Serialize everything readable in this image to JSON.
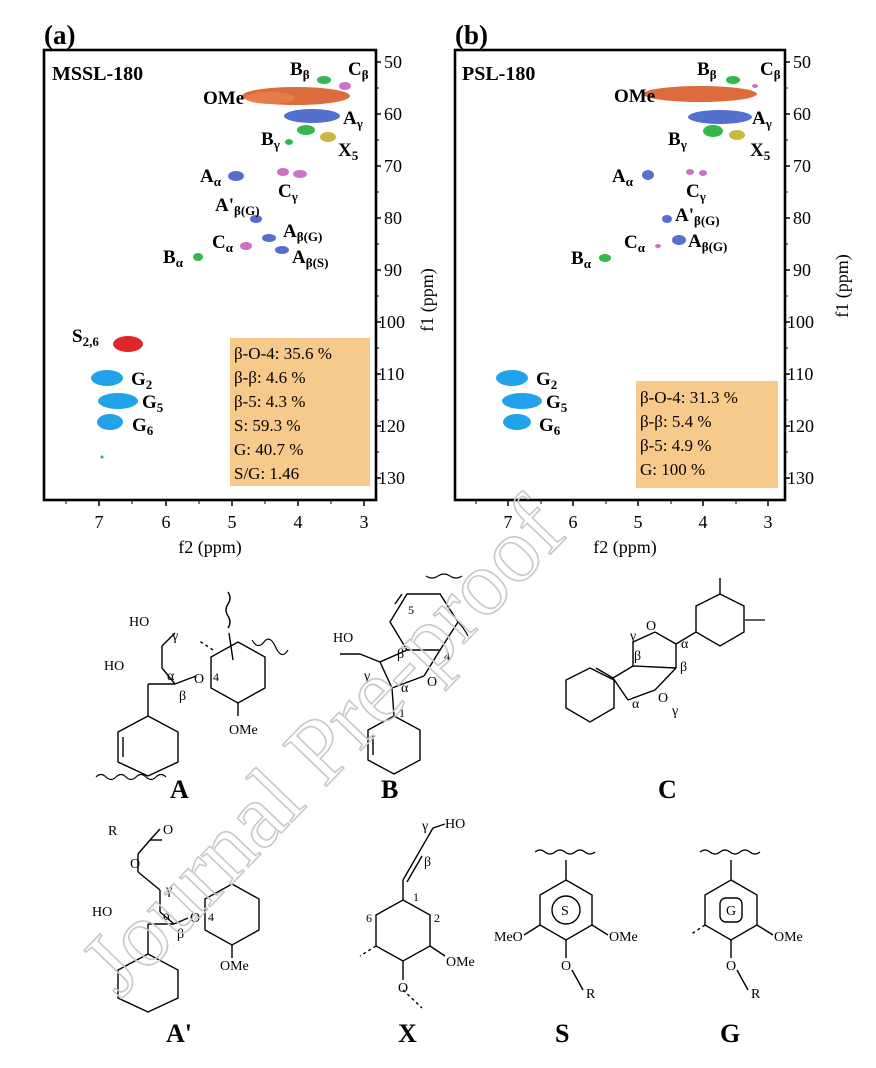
{
  "panels": [
    {
      "letter": "(a)",
      "sample": "MSSL-180",
      "xlabel": "f2 (ppm)",
      "ylabel": "f1 (ppm)",
      "xticks": [
        "7",
        "6",
        "5",
        "4",
        "3"
      ],
      "yticks": [
        "50",
        "60",
        "70",
        "80",
        "90",
        "100",
        "110",
        "120",
        "130"
      ],
      "peak_labels": {
        "Bb": [
          "B",
          "β"
        ],
        "Cb": [
          "C",
          "β"
        ],
        "OMe": [
          "OMe",
          ""
        ],
        "Ag": [
          "A",
          "γ"
        ],
        "Bg": [
          "B",
          "γ"
        ],
        "X5": [
          "X",
          "5"
        ],
        "Aa": [
          "A",
          "α"
        ],
        "Cg": [
          "C",
          "γ"
        ],
        "ApbG": [
          "A'",
          "β(G)"
        ],
        "AbG": [
          "A",
          "β(G)"
        ],
        "Ca": [
          "C",
          "α"
        ],
        "Ba": [
          "B",
          "α"
        ],
        "AbS": [
          "A",
          "β(S)"
        ],
        "S26": [
          "S",
          "2,6"
        ],
        "G2": [
          "G",
          "2"
        ],
        "G5": [
          "G",
          "5"
        ],
        "G6": [
          "G",
          "6"
        ]
      },
      "stats": [
        "β-O-4: 35.6 %",
        "β-β: 4.6 %",
        "β-5: 4.3 %",
        "S: 59.3 %",
        "G: 40.7 %",
        "S/G: 1.46"
      ]
    },
    {
      "letter": "(b)",
      "sample": "PSL-180",
      "xlabel": "f2 (ppm)",
      "ylabel": "f1 (ppm)",
      "xticks": [
        "7",
        "6",
        "5",
        "4",
        "3"
      ],
      "yticks": [
        "50",
        "60",
        "70",
        "80",
        "90",
        "100",
        "110",
        "120",
        "130"
      ],
      "peak_labels": {
        "Bb": [
          "B",
          "β"
        ],
        "Cb": [
          "C",
          "β"
        ],
        "OMe": [
          "OMe",
          ""
        ],
        "Ag": [
          "A",
          "γ"
        ],
        "Bg": [
          "B",
          "γ"
        ],
        "X5": [
          "X",
          "5"
        ],
        "Aa": [
          "A",
          "α"
        ],
        "Cg": [
          "C",
          "γ"
        ],
        "ApbG": [
          "A'",
          "β(G)"
        ],
        "Ca": [
          "C",
          "α"
        ],
        "AbG": [
          "A",
          "β(G)"
        ],
        "Ba": [
          "B",
          "α"
        ],
        "G2": [
          "G",
          "2"
        ],
        "G5": [
          "G",
          "5"
        ],
        "G6": [
          "G",
          "6"
        ]
      },
      "stats": [
        "β-O-4: 31.3 %",
        "β-β: 5.4 %",
        "β-5: 4.9 %",
        "G: 100 %"
      ]
    }
  ],
  "structures": {
    "names": [
      "A",
      "B",
      "C",
      "A'",
      "X",
      "S",
      "G"
    ],
    "atom_labels": {
      "HO": "HO",
      "OMe": "OMe",
      "MeO": "MeO",
      "O": "O",
      "R": "R",
      "alpha": "α",
      "beta": "β",
      "gamma": "γ",
      "n1": "1",
      "n2": "2",
      "n4": "4",
      "n5": "5",
      "n6": "6",
      "S": "S",
      "G": "G"
    }
  },
  "watermark": "Journal Pre-proof",
  "colors": {
    "OMe": "#d9602c",
    "A": "#5570cc",
    "B": "#34b84a",
    "C": "#cc72c6",
    "X": "#c9b840",
    "S": "#e0282a",
    "G": "#22a2e8",
    "stats_box": "#f7c98a"
  }
}
